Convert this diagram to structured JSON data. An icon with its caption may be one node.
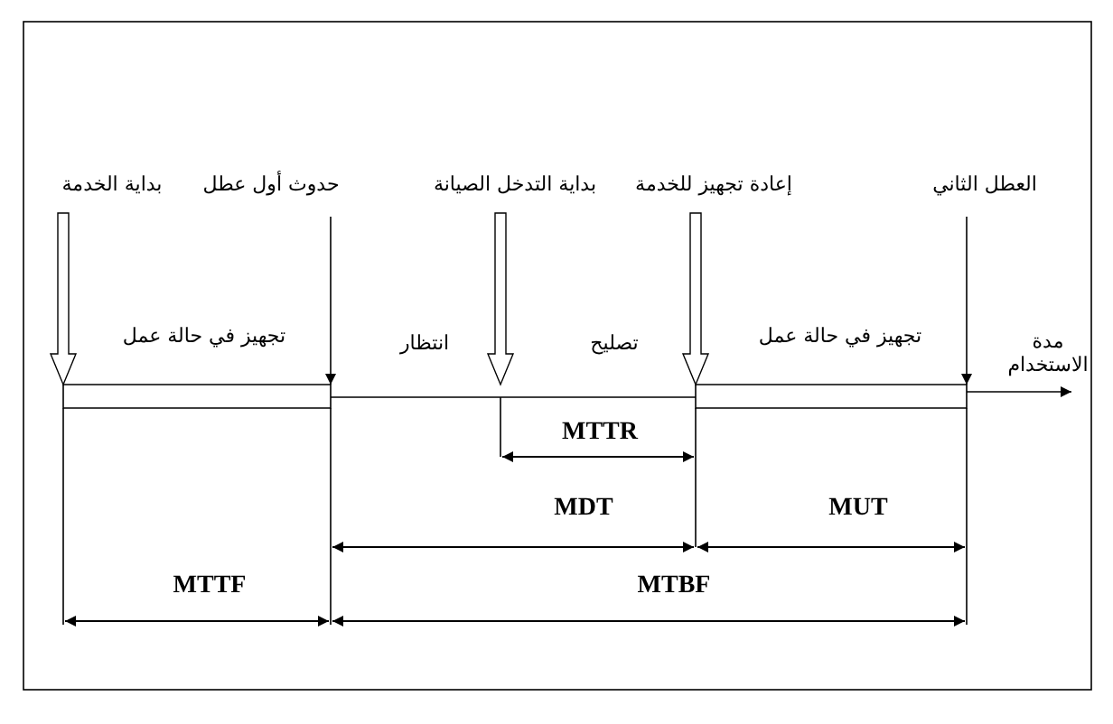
{
  "diagram": {
    "labels": [
      "بداية الخدمة",
      "حدوث أول عطل",
      "بداية التدخل الصيانة",
      "إعادة تجهيز للخدمة",
      "العطل الثاني",
      "تجهيز في حالة عمل",
      "انتظار",
      "تصليح",
      "تجهيز في حالة عمل",
      "مدة الاستخدام",
      "MTTR",
      "MDT",
      "MUT",
      "MTTF",
      "MTBF"
    ]
  }
}
